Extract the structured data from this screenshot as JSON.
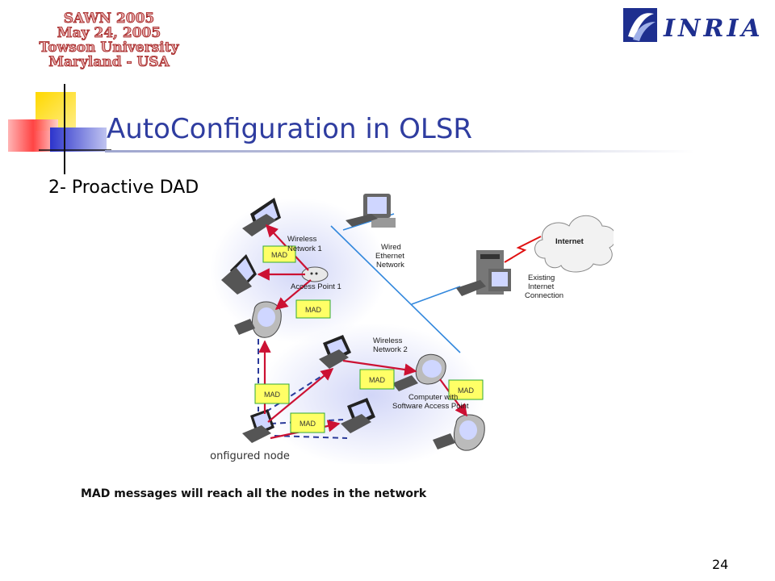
{
  "conference": {
    "lines": [
      "SAWN 2005",
      "May 24, 2005",
      "Towson University",
      "Maryland - USA"
    ]
  },
  "logo": {
    "brand": "INRIA"
  },
  "slide": {
    "title": "AutoConfiguration  in OLSR",
    "subtitle": "2- Proactive DAD",
    "caption": "MAD messages will reach all the nodes in the network",
    "page_number": "24"
  },
  "diagram": {
    "labels": {
      "wireless_network_1": [
        "Wireless",
        "Network 1"
      ],
      "access_point_1": "Access Point 1",
      "wired_network": [
        "Wired",
        "Ethernet",
        "Network"
      ],
      "internet": "Internet",
      "existing_connection": [
        "Existing",
        "Internet",
        "Connection"
      ],
      "wireless_network_2": [
        "Wireless",
        "Network 2"
      ],
      "software_access_point": [
        "Computer with",
        "Software Access Point"
      ],
      "configured_node": "A configured node"
    },
    "mad_label": "MAD",
    "colors": {
      "mad_box_fill": "#ffff66",
      "mad_box_border": "#33aa33",
      "arrow": "#cc1133",
      "wired_link": "#3388dd",
      "wireless_link": "#2a3a9a",
      "title": "#2f3da0"
    }
  }
}
